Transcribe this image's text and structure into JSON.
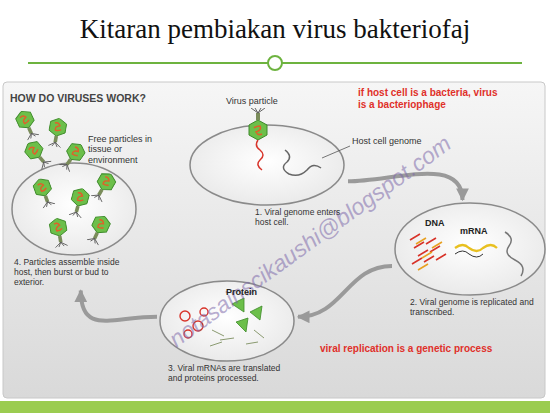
{
  "diagram": {
    "title": "Kitaran pembiakan virus bakteriofaj",
    "nodes": [
      {
        "text": [
          "1. Viral genome enters host cell."
        ]
      },
      {
        "text": [
          "2. Viral genome is replicated and transcribed."
        ]
      },
      {
        "text": [
          "3. Viral mRNAs are translated and proteins processed."
        ]
      },
      {
        "text": [
          "4. Particles assemble inside host, then burst or bud to exterior."
        ]
      }
    ],
    "edges": [
      {
        "from": 0,
        "to": 1,
        "arrow": "to"
      },
      {
        "from": 1,
        "to": 2,
        "arrow": "to"
      },
      {
        "from": 2,
        "to": 3,
        "arrow": "to"
      }
    ],
    "labels": [
      "HOW DO VIRUSES WORK?",
      "if host cell is a bacteria, virus is a bacteriophage",
      "Virus particle",
      "Host cell genome",
      "Free particles in tissue or environment",
      "DNA",
      "mRNA",
      "Protein",
      "viral replication is a genetic process",
      "notasainscikaushi@blogspot.com"
    ]
  }
}
